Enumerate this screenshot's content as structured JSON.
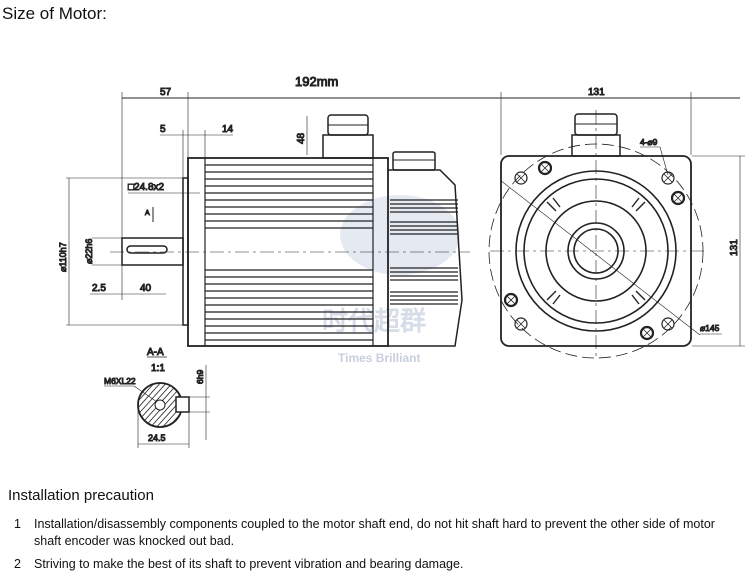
{
  "title": "Size of Motor:",
  "drawing": {
    "side_view": {
      "overall_length": "192mm",
      "dim_57": "57",
      "dim_5": "5",
      "dim_14": "14",
      "dim_48": "48",
      "flange_chamfer": "□24.8x2",
      "section_mark": "A",
      "pilot_dia": "⌀110h7",
      "shaft_dia": "⌀22h6",
      "dim_2_5": "2.5",
      "key_length": "40"
    },
    "section": {
      "label": "A-A",
      "scale": "1:1",
      "thread": "M6XL22",
      "key_width": "6h9",
      "key_depth": "24.5"
    },
    "front_view": {
      "width": "131",
      "height": "131",
      "holes": "4-⌀9",
      "bolt_circle": "⌀145"
    },
    "watermark": "Times Brilliant",
    "watermark_cn": "时代超群"
  },
  "installation": {
    "heading": "Installation precaution",
    "items": [
      {
        "num": "1",
        "text": "Installation/disassembly components coupled to the motor shaft end, do not hit shaft hard to prevent the other side of motor shaft encoder was knocked out bad."
      },
      {
        "num": "2",
        "text": "Striving to make the best of its shaft to prevent vibration and bearing damage."
      }
    ]
  }
}
